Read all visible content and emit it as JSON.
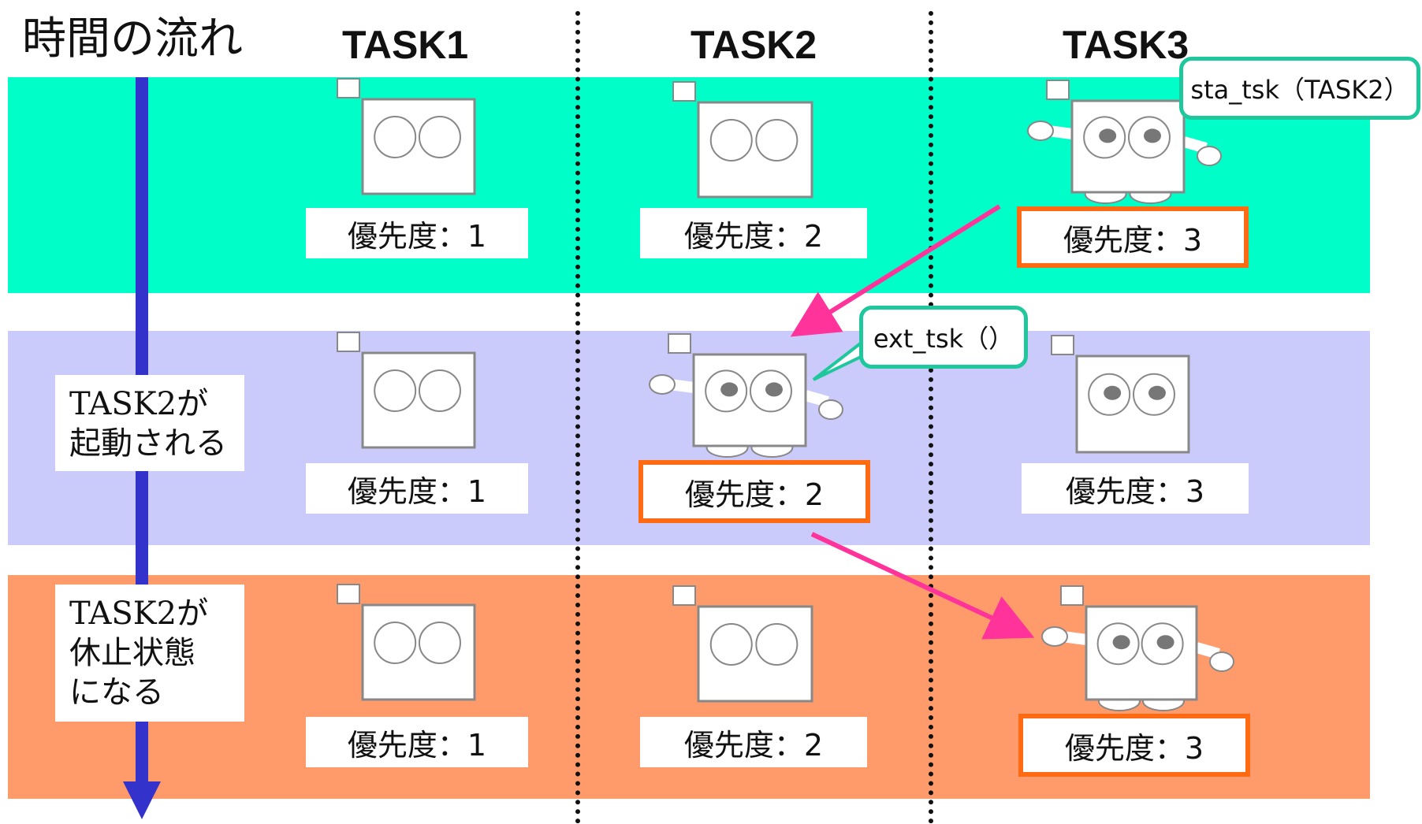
{
  "title": "時間の流れ",
  "tasks": [
    "TASK1",
    "TASK2",
    "TASK3"
  ],
  "bands": [
    {
      "color": "#00ffc8",
      "priorities": [
        "優先度：1",
        "優先度：2",
        "優先度：3"
      ],
      "active_task": 3
    },
    {
      "color": "#cbcbfb",
      "note": "TASK2が\n起動される",
      "priorities": [
        "優先度：1",
        "優先度：2",
        "優先度：3"
      ],
      "active_task": 2
    },
    {
      "color": "#ff9b6b",
      "note": "TASK2が\n休止状態\nになる",
      "priorities": [
        "優先度：1",
        "優先度：2",
        "優先度：3"
      ],
      "active_task": 3
    }
  ],
  "bubbles": {
    "sta_tsk": "sta_tsk（TASK2）",
    "ext_tsk": "ext_tsk（）"
  },
  "colors": {
    "time_arrow": "#3333cc",
    "highlight_border": "#ff6a13",
    "transition_arrow": "#ff3399",
    "bubble_border": "#1fc79c"
  },
  "icons": [
    "robot-icon-idle",
    "robot-icon-running",
    "robot-icon-ready"
  ]
}
